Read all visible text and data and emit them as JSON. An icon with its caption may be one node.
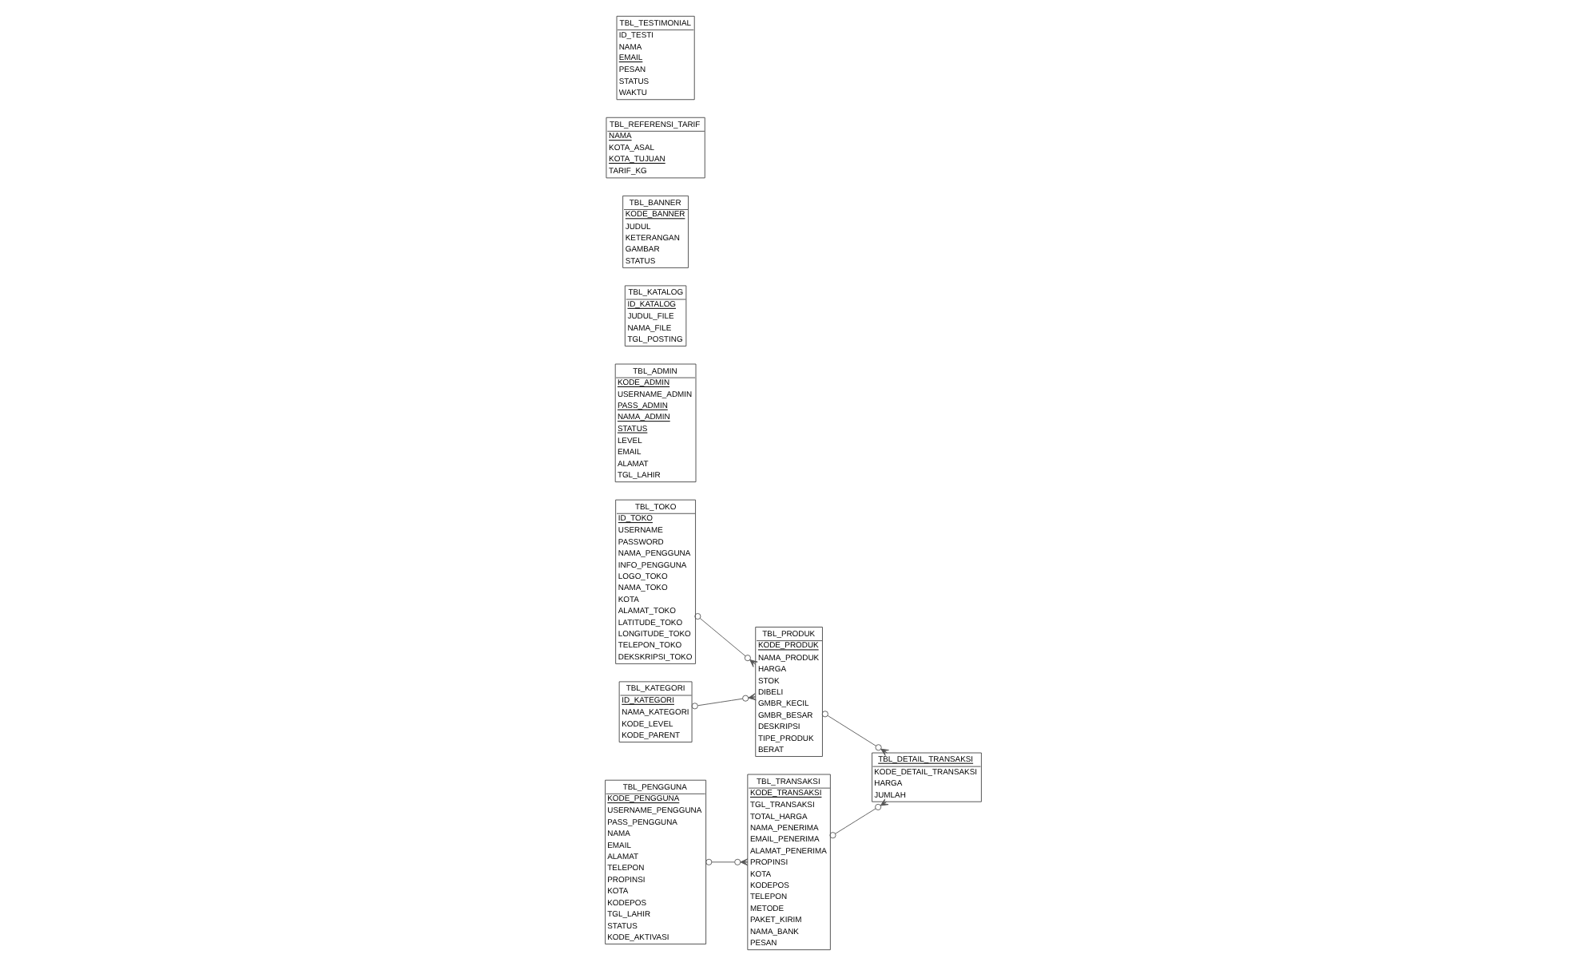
{
  "diagram": {
    "nodes": [
      {
        "text": [
          "TBL_TOKO",
          "ID_TOKO",
          "USERNAME",
          "PASSWORD",
          "NAMA_PENGGUNA",
          "INFO_PENGGUNA",
          "LOGO_TOKO",
          "NAMA_TOKO",
          "KOTA",
          "ALAMAT_TOKO",
          "LATITUDE_TOKO",
          "LONGITUDE_TOKO",
          "TELEPON_TOKO",
          "DEKSKRIPSI_TOKO"
        ]
      },
      {
        "text": [
          "TBL_PRODUK",
          "KODE_PRODUK",
          "NAMA_PRODUK",
          "HARGA",
          "STOK",
          "DIBELI",
          "GMBR_KECIL",
          "GMBR_BESAR",
          "DESKRIPSI",
          "TIPE_PRODUK",
          "BERAT"
        ]
      },
      {
        "text": [
          "TBL_ADMIN",
          "KODE_ADMIN",
          "USERNAME_ADMIN",
          "PASS_ADMIN",
          "NAMA_ADMIN",
          "STATUS",
          "LEVEL",
          "EMAIL",
          "ALAMAT",
          "TGL_LAHIR"
        ]
      },
      {
        "text": [
          "TBL_DETAIL_TRANSAKSI",
          "KODE_DETAIL_TRANSAKSI",
          "HARGA",
          "JUMLAH"
        ]
      },
      {
        "text": [
          "TBL_KATEGORI",
          "ID_KATEGORI",
          "NAMA_KATEGORI",
          "KODE_LEVEL",
          "KODE_PARENT"
        ]
      },
      {
        "text": [
          "TBL_KATALOG",
          "ID_KATALOG",
          "JUDUL_FILE",
          "NAMA_FILE",
          "TGL_POSTING"
        ]
      },
      {
        "text": [
          "TBL_BANNER",
          "KODE_BANNER",
          "JUDUL",
          "KETERANGAN",
          "GAMBAR",
          "STATUS"
        ]
      },
      {
        "text": [
          "TBL_TRANSAKSI",
          "KODE_TRANSAKSI",
          "TGL_TRANSAKSI",
          "TOTAL_HARGA",
          "NAMA_PENERIMA",
          "EMAIL_PENERIMA",
          "ALAMAT_PENERIMA",
          "PROPINSI",
          "KOTA",
          "KODEPOS",
          "TELEPON",
          "METODE",
          "PAKET_KIRIM",
          "NAMA_BANK",
          "PESAN"
        ]
      },
      {
        "text": [
          "TBL_PENGGUNA",
          "KODE_PENGGUNA",
          "USERNAME_PENGGUNA",
          "PASS_PENGGUNA",
          "NAMA",
          "EMAIL",
          "ALAMAT",
          "TELEPON",
          "PROPINSI",
          "KOTA",
          "KODEPOS",
          "TGL_LAHIR",
          "STATUS",
          "KODE_AKTIVASI"
        ]
      },
      {
        "text": [
          "TBL_REFERENSI_TARIF",
          "NAMA",
          "KOTA_ASAL",
          "KOTA_TUJUAN",
          "TARIF_KG"
        ]
      },
      {
        "text": [
          "TBL_TESTIMONIAL",
          "ID_TESTI",
          "NAMA",
          "EMAIL",
          "PESAN",
          "STATUS",
          "WAKTU"
        ]
      }
    ],
    "edges": [
      {
        "from": 0,
        "to": 1,
        "arrow": "other"
      },
      {
        "from": 4,
        "to": 1,
        "arrow": "other"
      },
      {
        "from": 1,
        "to": 3,
        "arrow": "other"
      },
      {
        "from": 7,
        "to": 3,
        "arrow": "other"
      },
      {
        "from": 8,
        "to": 7,
        "arrow": "other"
      }
    ]
  }
}
